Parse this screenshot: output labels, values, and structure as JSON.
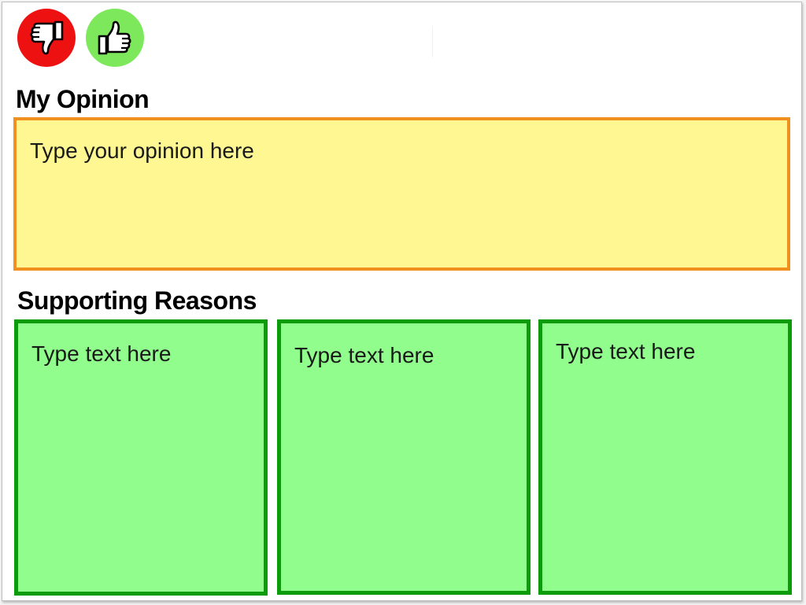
{
  "toolbar": {
    "dislike_icon": "thumbs-down-icon",
    "like_icon": "thumbs-up-icon"
  },
  "opinion": {
    "heading": "My Opinion",
    "placeholder": "Type your opinion here"
  },
  "reasons": {
    "heading": "Supporting Reasons",
    "items": [
      {
        "placeholder": "Type text here"
      },
      {
        "placeholder": "Type text here"
      },
      {
        "placeholder": "Type text here"
      }
    ]
  },
  "colors": {
    "dislike": "#ee1111",
    "like": "#7ee85c",
    "opinion_fill": "#fef792",
    "opinion_border": "#f0901e",
    "reason_fill": "#90fd8c",
    "reason_border": "#0b9b0b"
  }
}
